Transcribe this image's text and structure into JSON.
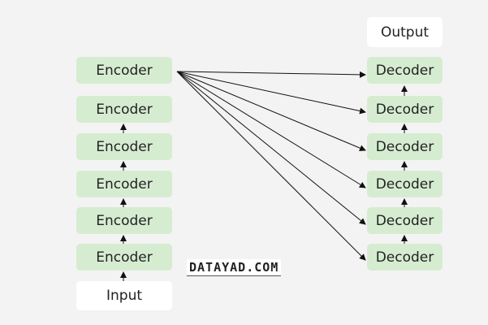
{
  "diagram": {
    "encoders": [
      "Encoder",
      "Encoder",
      "Encoder",
      "Encoder",
      "Encoder",
      "Encoder"
    ],
    "decoders": [
      "Decoder",
      "Decoder",
      "Decoder",
      "Decoder",
      "Decoder",
      "Decoder"
    ],
    "input_label": "Input",
    "output_label": "Output",
    "watermark": "DATAYAD.COM",
    "colors": {
      "block_fill": "#d6ecd1",
      "io_fill": "#ffffff",
      "background": "#f3f3f3",
      "arrow": "#111111"
    }
  }
}
